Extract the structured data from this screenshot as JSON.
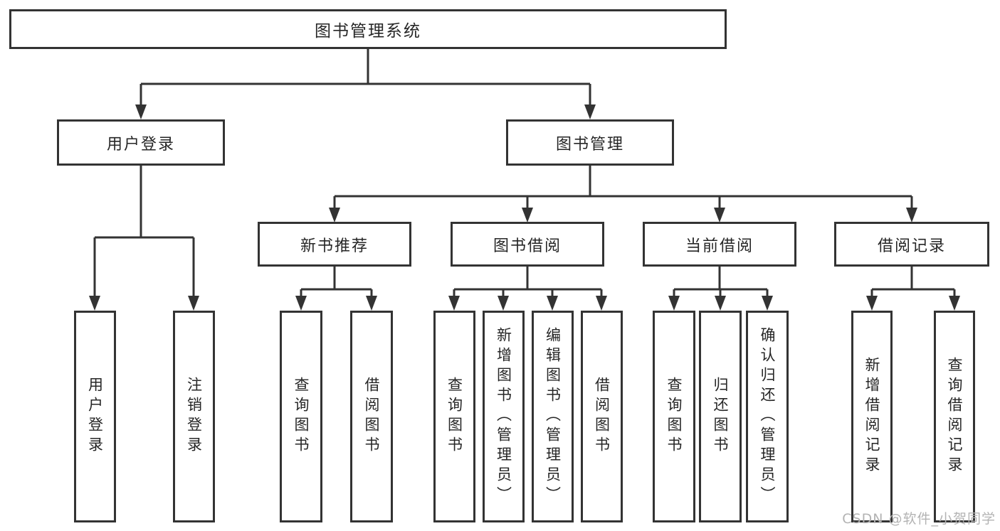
{
  "diagram": {
    "type": "tree-structure-chart",
    "colors": {
      "line": "#333333",
      "box_border": "#333333",
      "text": "#262626",
      "background": "#ffffff",
      "watermark_text_color": "#b3b3b3"
    },
    "nodes": {
      "root": {
        "label": "图书管理系统"
      },
      "user_login": {
        "label": "用户登录"
      },
      "book_management": {
        "label": "图书管理"
      },
      "new_book_recommend": {
        "label": "新书推荐"
      },
      "book_borrow": {
        "label": "图书借阅"
      },
      "current_borrow": {
        "label": "当前借阅"
      },
      "borrow_records": {
        "label": "借阅记录"
      },
      "leaf_user_login": {
        "label": "用户登录"
      },
      "leaf_logout": {
        "label": "注销登录"
      },
      "leaf_rec_query_books": {
        "label": "查询图书"
      },
      "leaf_rec_borrow_books": {
        "label": "借阅图书"
      },
      "leaf_bb_query_books": {
        "label": "查询图书"
      },
      "leaf_bb_add_books": {
        "label": "新增图书（管理员）"
      },
      "leaf_bb_edit_books": {
        "label": "编辑图书（管理员）"
      },
      "leaf_bb_borrow_books": {
        "label": "借阅图书"
      },
      "leaf_cb_query_books": {
        "label": "查询图书"
      },
      "leaf_cb_return_books": {
        "label": "归还图书"
      },
      "leaf_cb_confirm_return": {
        "label": "确认归还（管理员）"
      },
      "leaf_br_add_record": {
        "label": "新增借阅记录"
      },
      "leaf_br_query_record": {
        "label": "查询借阅记录"
      }
    },
    "hierarchy": {
      "图书管理系统": {
        "用户登录": [
          "用户登录",
          "注销登录"
        ],
        "图书管理": {
          "新书推荐": [
            "查询图书",
            "借阅图书"
          ],
          "图书借阅": [
            "查询图书",
            "新增图书（管理员）",
            "编辑图书（管理员）",
            "借阅图书"
          ],
          "当前借阅": [
            "查询图书",
            "归还图书",
            "确认归还（管理员）"
          ],
          "借阅记录": [
            "新增借阅记录",
            "查询借阅记录"
          ]
        }
      }
    }
  },
  "watermark": {
    "text": "CSDN @软件_小贺同学"
  }
}
